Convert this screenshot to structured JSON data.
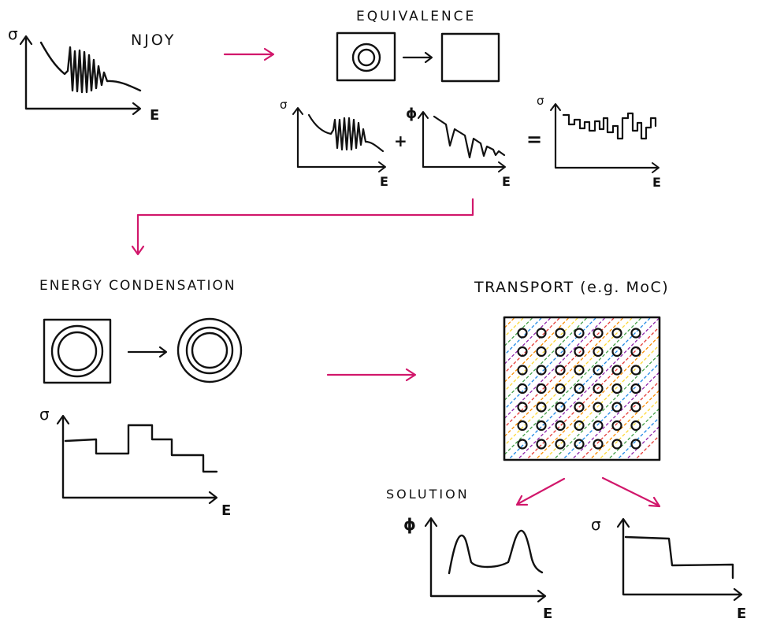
{
  "labels": {
    "njoy": "NJOY",
    "equivalence": "EQUIVALENCE",
    "energy_condensation": "ENERGY  CONDENSATION",
    "transport": "TRANSPORT (e.g. MoC)",
    "solution": "SOLUTION",
    "plus": "+",
    "equals": "="
  },
  "axes": {
    "sigma": "σ",
    "phi": "ϕ",
    "energy": "E"
  },
  "colors": {
    "ink": "#111111",
    "flow_arrow": "#d1176b",
    "transport_tracks": [
      "#e53935",
      "#fb8c00",
      "#fdd835",
      "#43a047",
      "#1e88e5",
      "#8e24aa"
    ]
  }
}
